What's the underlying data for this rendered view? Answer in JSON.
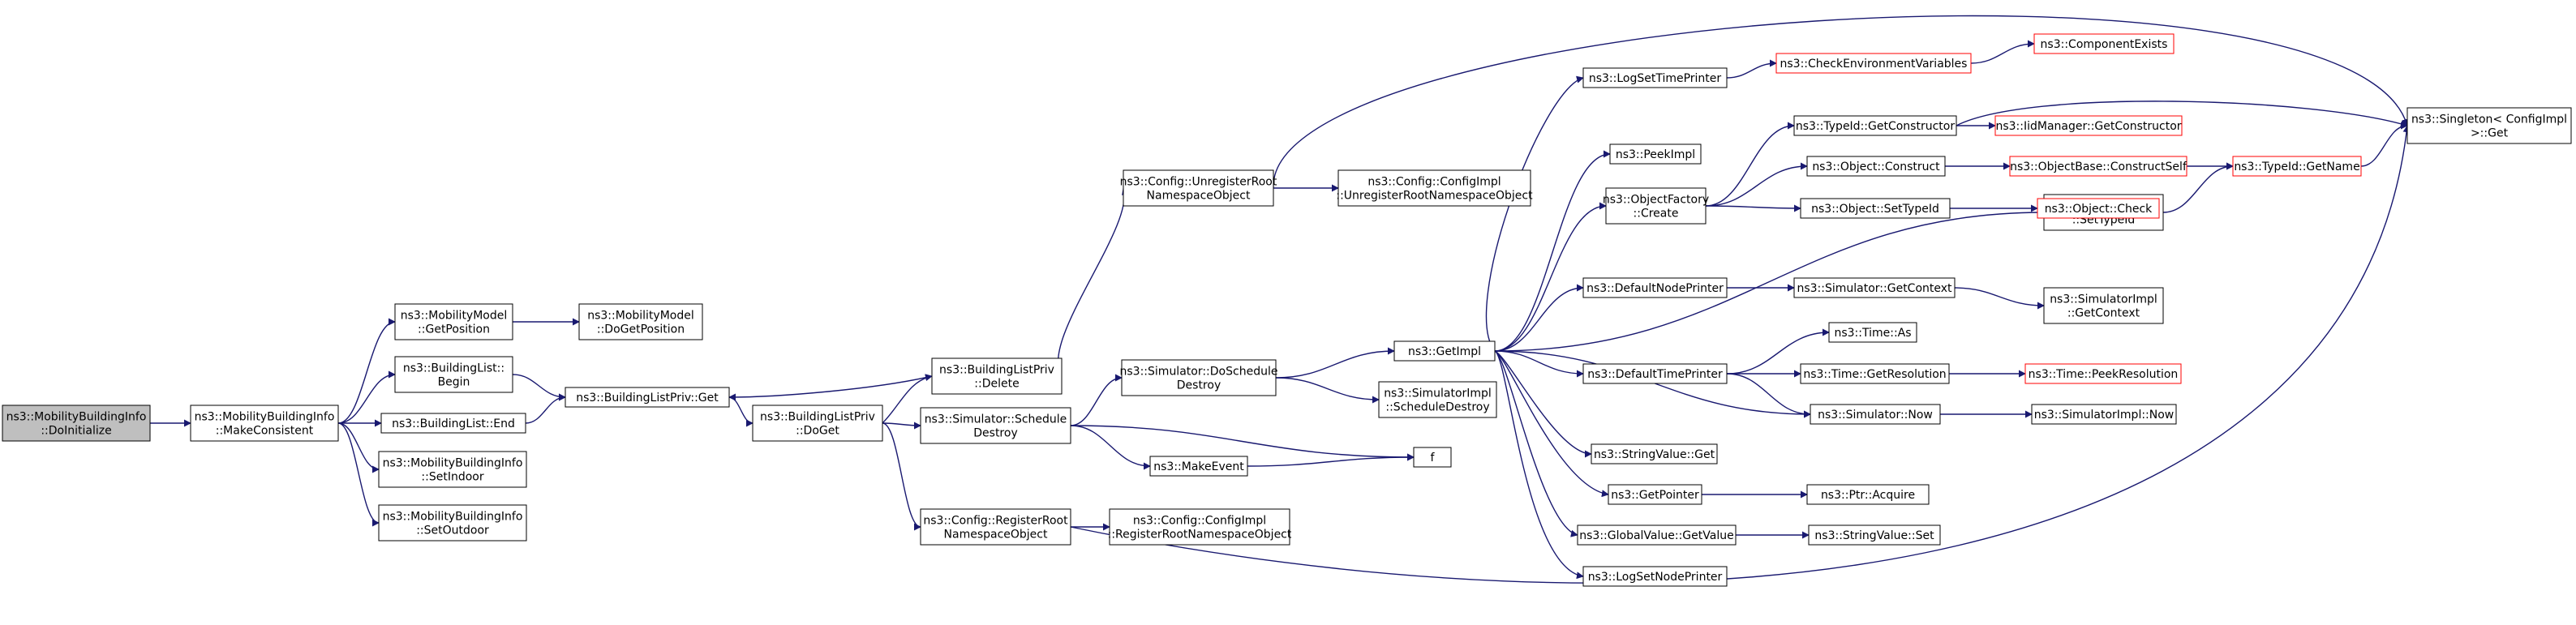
{
  "colors": {
    "edge": "#191970",
    "node_border": "#000000",
    "node_border_truncated": "#ff0000",
    "root_fill": "#bfbfbf",
    "node_fill": "#ffffff"
  },
  "nodes": [
    {
      "id": "root",
      "lines": [
        "ns3::MobilityBuildingInfo",
        "::DoInitialize"
      ],
      "style": "root"
    },
    {
      "id": "mbi_mc",
      "lines": [
        "ns3::MobilityBuildingInfo",
        "::MakeConsistent"
      ],
      "style": "normal"
    },
    {
      "id": "mm_gp",
      "lines": [
        "ns3::MobilityModel",
        "::GetPosition"
      ],
      "style": "normal"
    },
    {
      "id": "mm_dgp",
      "lines": [
        "ns3::MobilityModel",
        "::DoGetPosition"
      ],
      "style": "normal"
    },
    {
      "id": "bl_begin",
      "lines": [
        "ns3::BuildingList::",
        "Begin"
      ],
      "style": "normal"
    },
    {
      "id": "bl_end",
      "lines": [
        "ns3::BuildingList::End"
      ],
      "style": "normal"
    },
    {
      "id": "mbi_si",
      "lines": [
        "ns3::MobilityBuildingInfo",
        "::SetIndoor"
      ],
      "style": "normal"
    },
    {
      "id": "mbi_so",
      "lines": [
        "ns3::MobilityBuildingInfo",
        "::SetOutdoor"
      ],
      "style": "normal"
    },
    {
      "id": "blp_get",
      "lines": [
        "ns3::BuildingListPriv::Get"
      ],
      "style": "normal"
    },
    {
      "id": "blp_doget",
      "lines": [
        "ns3::BuildingListPriv",
        "::DoGet"
      ],
      "style": "normal"
    },
    {
      "id": "blp_delete",
      "lines": [
        "ns3::BuildingListPriv",
        "::Delete"
      ],
      "style": "normal"
    },
    {
      "id": "sim_sd",
      "lines": [
        "ns3::Simulator::Schedule",
        "Destroy"
      ],
      "style": "normal"
    },
    {
      "id": "cfg_rrn",
      "lines": [
        "ns3::Config::RegisterRoot",
        "NamespaceObject"
      ],
      "style": "normal"
    },
    {
      "id": "cfg_urn",
      "lines": [
        "ns3::Config::UnregisterRoot",
        "NamespaceObject"
      ],
      "style": "normal"
    },
    {
      "id": "sim_dsd",
      "lines": [
        "ns3::Simulator::DoSchedule",
        "Destroy"
      ],
      "style": "normal"
    },
    {
      "id": "make_event",
      "lines": [
        "ns3::MakeEvent"
      ],
      "style": "normal"
    },
    {
      "id": "cci_rrn",
      "lines": [
        "ns3::Config::ConfigImpl",
        "::RegisterRootNamespaceObject"
      ],
      "style": "normal"
    },
    {
      "id": "cci_urn",
      "lines": [
        "ns3::Config::ConfigImpl",
        "::UnregisterRootNamespaceObject"
      ],
      "style": "normal"
    },
    {
      "id": "getimpl",
      "lines": [
        "ns3::GetImpl"
      ],
      "style": "normal"
    },
    {
      "id": "simi_sd",
      "lines": [
        "ns3::SimulatorImpl",
        "::ScheduleDestroy"
      ],
      "style": "normal"
    },
    {
      "id": "f",
      "lines": [
        "f"
      ],
      "style": "normal"
    },
    {
      "id": "logstp",
      "lines": [
        "ns3::LogSetTimePrinter"
      ],
      "style": "normal"
    },
    {
      "id": "peekimpl",
      "lines": [
        "ns3::PeekImpl"
      ],
      "style": "normal"
    },
    {
      "id": "objf_create",
      "lines": [
        "ns3::ObjectFactory",
        "::Create"
      ],
      "style": "normal"
    },
    {
      "id": "defnp",
      "lines": [
        "ns3::DefaultNodePrinter"
      ],
      "style": "normal"
    },
    {
      "id": "deftp",
      "lines": [
        "ns3::DefaultTimePrinter"
      ],
      "style": "normal"
    },
    {
      "id": "strv_get",
      "lines": [
        "ns3::StringValue::Get"
      ],
      "style": "normal"
    },
    {
      "id": "getptr",
      "lines": [
        "ns3::GetPointer"
      ],
      "style": "normal"
    },
    {
      "id": "gv_getvalue",
      "lines": [
        "ns3::GlobalValue::GetValue"
      ],
      "style": "normal"
    },
    {
      "id": "logsnp",
      "lines": [
        "ns3::LogSetNodePrinter"
      ],
      "style": "normal"
    },
    {
      "id": "checkenv",
      "lines": [
        "ns3::CheckEnvironmentVariables"
      ],
      "style": "truncated"
    },
    {
      "id": "compexists",
      "lines": [
        "ns3::ComponentExists"
      ],
      "style": "truncated"
    },
    {
      "id": "tid_getctor",
      "lines": [
        "ns3::TypeId::GetConstructor"
      ],
      "style": "normal"
    },
    {
      "id": "obj_construct",
      "lines": [
        "ns3::Object::Construct"
      ],
      "style": "normal"
    },
    {
      "id": "obj_settypeid",
      "lines": [
        "ns3::Object::SetTypeId"
      ],
      "style": "normal"
    },
    {
      "id": "objf_settypeid",
      "lines": [
        "ns3::ObjectFactory",
        "::SetTypeId"
      ],
      "style": "normal"
    },
    {
      "id": "sim_getctx",
      "lines": [
        "ns3::Simulator::GetContext"
      ],
      "style": "normal"
    },
    {
      "id": "time_as",
      "lines": [
        "ns3::Time::As"
      ],
      "style": "normal"
    },
    {
      "id": "time_getres",
      "lines": [
        "ns3::Time::GetResolution"
      ],
      "style": "normal"
    },
    {
      "id": "sim_now",
      "lines": [
        "ns3::Simulator::Now"
      ],
      "style": "normal"
    },
    {
      "id": "ptr_acquire",
      "lines": [
        "ns3::Ptr::Acquire"
      ],
      "style": "normal"
    },
    {
      "id": "strv_set",
      "lines": [
        "ns3::StringValue::Set"
      ],
      "style": "normal"
    },
    {
      "id": "iidm_getctor",
      "lines": [
        "ns3::IidManager::GetConstructor"
      ],
      "style": "truncated"
    },
    {
      "id": "objb_cs",
      "lines": [
        "ns3::ObjectBase::ConstructSelf"
      ],
      "style": "truncated"
    },
    {
      "id": "obj_check",
      "lines": [
        "ns3::Object::Check"
      ],
      "style": "truncated"
    },
    {
      "id": "simi_getctx",
      "lines": [
        "ns3::SimulatorImpl",
        "::GetContext"
      ],
      "style": "normal"
    },
    {
      "id": "time_peekres",
      "lines": [
        "ns3::Time::PeekResolution"
      ],
      "style": "truncated"
    },
    {
      "id": "simi_now",
      "lines": [
        "ns3::SimulatorImpl::Now"
      ],
      "style": "normal"
    },
    {
      "id": "tid_getname",
      "lines": [
        "ns3::TypeId::GetName"
      ],
      "style": "truncated"
    },
    {
      "id": "singleton_get",
      "lines": [
        "ns3::Singleton< ConfigImpl",
        " >::Get"
      ],
      "style": "normal"
    }
  ],
  "edges": [
    [
      "root",
      "mbi_mc"
    ],
    [
      "mbi_mc",
      "mm_gp"
    ],
    [
      "mbi_mc",
      "bl_begin"
    ],
    [
      "mbi_mc",
      "bl_end"
    ],
    [
      "mbi_mc",
      "mbi_si"
    ],
    [
      "mbi_mc",
      "mbi_so"
    ],
    [
      "mm_gp",
      "mm_dgp"
    ],
    [
      "bl_begin",
      "blp_get"
    ],
    [
      "bl_end",
      "blp_get"
    ],
    [
      "blp_get",
      "blp_doget"
    ],
    [
      "blp_doget",
      "blp_delete"
    ],
    [
      "blp_doget",
      "sim_sd"
    ],
    [
      "blp_doget",
      "cfg_rrn"
    ],
    [
      "blp_delete",
      "blp_get"
    ],
    [
      "blp_delete",
      "cfg_urn"
    ],
    [
      "sim_sd",
      "sim_dsd"
    ],
    [
      "sim_sd",
      "make_event"
    ],
    [
      "sim_sd",
      "f"
    ],
    [
      "cfg_rrn",
      "cci_rrn"
    ],
    [
      "cfg_rrn",
      "singleton_get"
    ],
    [
      "cfg_urn",
      "cci_urn"
    ],
    [
      "cfg_urn",
      "singleton_get"
    ],
    [
      "sim_dsd",
      "getimpl"
    ],
    [
      "sim_dsd",
      "simi_sd"
    ],
    [
      "make_event",
      "f"
    ],
    [
      "getimpl",
      "logstp"
    ],
    [
      "getimpl",
      "peekimpl"
    ],
    [
      "getimpl",
      "objf_create"
    ],
    [
      "getimpl",
      "objf_settypeid"
    ],
    [
      "getimpl",
      "defnp"
    ],
    [
      "getimpl",
      "deftp"
    ],
    [
      "getimpl",
      "strv_get"
    ],
    [
      "getimpl",
      "getptr"
    ],
    [
      "getimpl",
      "gv_getvalue"
    ],
    [
      "getimpl",
      "logsnp"
    ],
    [
      "getimpl",
      "sim_now"
    ],
    [
      "logstp",
      "checkenv"
    ],
    [
      "checkenv",
      "compexists"
    ],
    [
      "objf_create",
      "tid_getctor"
    ],
    [
      "objf_create",
      "obj_construct"
    ],
    [
      "objf_create",
      "obj_settypeid"
    ],
    [
      "tid_getctor",
      "iidm_getctor"
    ],
    [
      "tid_getctor",
      "singleton_get"
    ],
    [
      "obj_construct",
      "objb_cs"
    ],
    [
      "objb_cs",
      "tid_getname"
    ],
    [
      "obj_settypeid",
      "obj_check"
    ],
    [
      "objf_settypeid",
      "tid_getname"
    ],
    [
      "tid_getname",
      "singleton_get"
    ],
    [
      "defnp",
      "sim_getctx"
    ],
    [
      "sim_getctx",
      "simi_getctx"
    ],
    [
      "deftp",
      "time_as"
    ],
    [
      "deftp",
      "time_getres"
    ],
    [
      "deftp",
      "sim_now"
    ],
    [
      "time_getres",
      "time_peekres"
    ],
    [
      "sim_now",
      "simi_now"
    ],
    [
      "getptr",
      "ptr_acquire"
    ],
    [
      "gv_getvalue",
      "strv_set"
    ]
  ]
}
